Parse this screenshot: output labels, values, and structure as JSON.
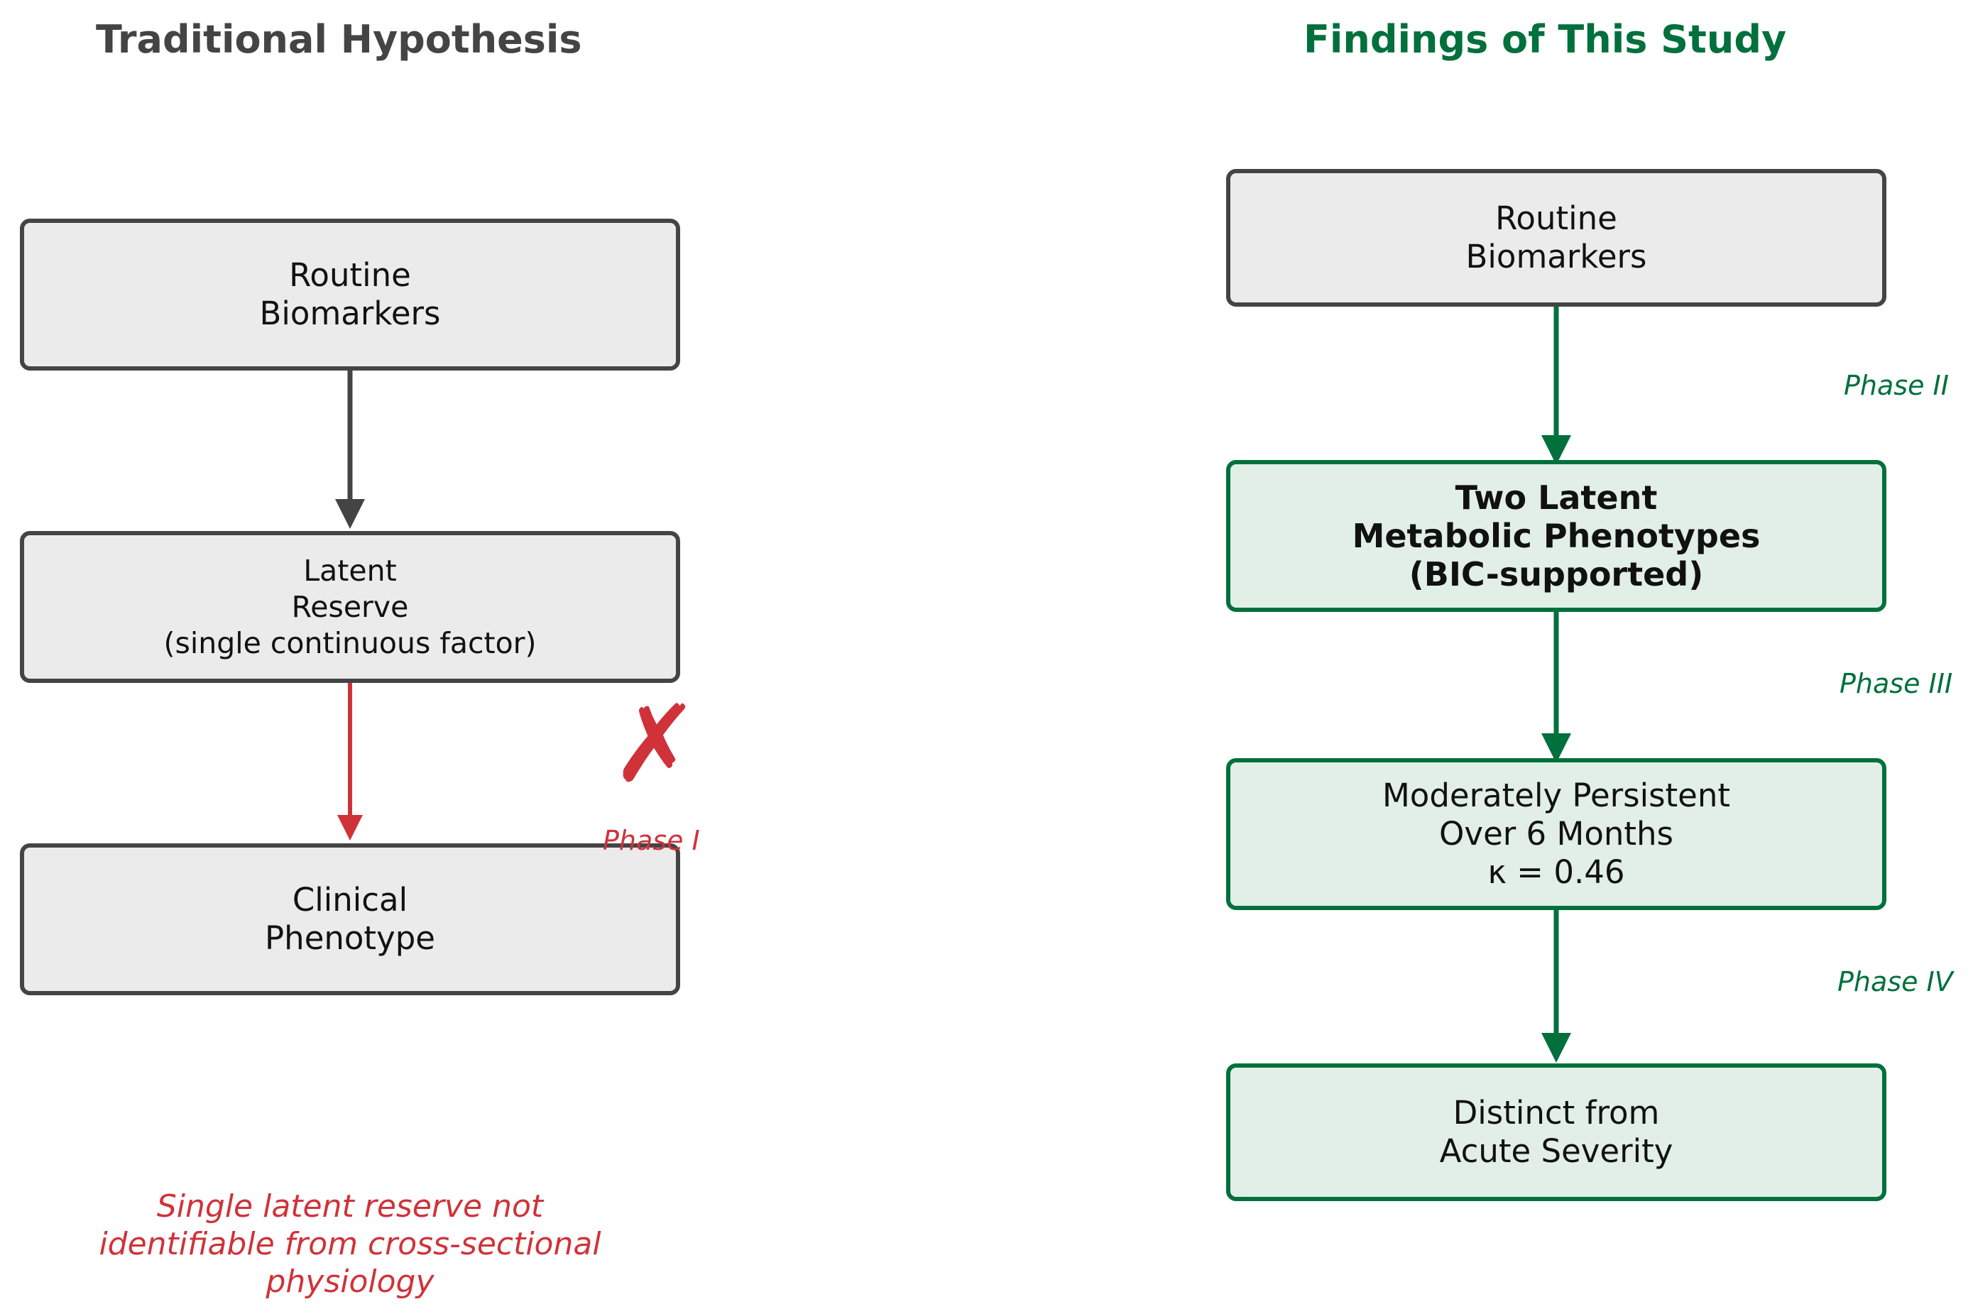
{
  "colors": {
    "neutral_border": "#444444",
    "neutral_fill": "#ebebeb",
    "green": "#00703c",
    "green_fill": "#e1efe6",
    "red": "#d0323a"
  },
  "left": {
    "heading": "Traditional Hypothesis",
    "boxes": [
      {
        "lines": [
          "Routine",
          "Biomarkers"
        ]
      },
      {
        "lines": [
          "Latent",
          "Reserve",
          "(single continuous factor)"
        ]
      },
      {
        "lines": [
          "Clinical",
          "Phenotype"
        ]
      }
    ],
    "cross_symbol": "✗",
    "phase_label": "Phase I",
    "note_lines": [
      "Single latent reserve not",
      "identifiable from cross-sectional",
      "physiology"
    ]
  },
  "right": {
    "heading": "Findings of This Study",
    "boxes": [
      {
        "lines": [
          "Routine",
          "Biomarkers"
        ]
      },
      {
        "lines": [
          "Two Latent",
          "Metabolic Phenotypes",
          "(BIC-supported)"
        ]
      },
      {
        "lines": [
          "Moderately Persistent",
          "Over 6 Months",
          "κ = 0.46"
        ]
      },
      {
        "lines": [
          "Distinct from",
          "Acute Severity"
        ]
      }
    ],
    "phase_labels": [
      "Phase II",
      "Phase III",
      "Phase IV"
    ]
  }
}
